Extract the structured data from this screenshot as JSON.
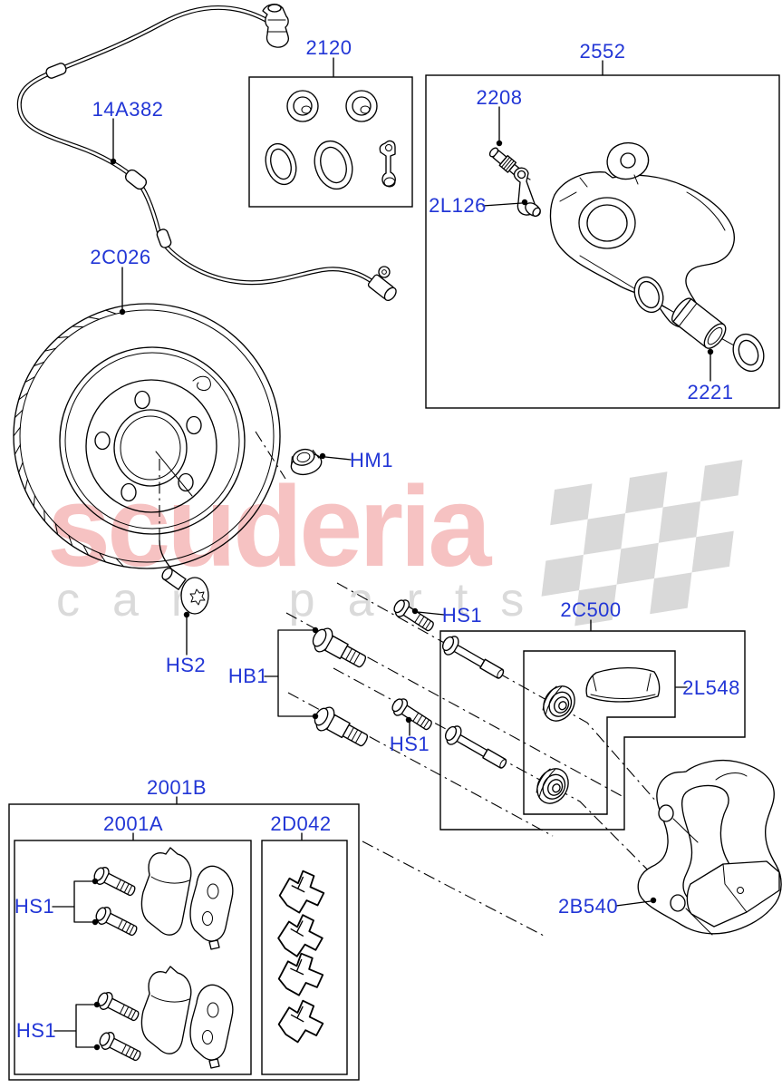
{
  "watermark": {
    "brand": "scuderia",
    "tagline": "car parts"
  },
  "colors": {
    "label": "#2236d6",
    "line": "#000000",
    "watermark_brand": "#f6c2c2",
    "watermark_tagline": "#dadada",
    "flag": "#d9d9d9"
  },
  "labels": {
    "kit_2120": "2120",
    "caliper_2552": "2552",
    "sensor_14A382": "14A382",
    "bleed_2208": "2208",
    "pin_2L126": "2L126",
    "disc_2C026": "2C026",
    "piston_2221": "2221",
    "hm1": "HM1",
    "hs2": "HS2",
    "hs1_top": "HS1",
    "hb1": "HB1",
    "hs1_mid": "HS1",
    "kit_2C500": "2C500",
    "grease_2L548": "2L548",
    "bracket_2B540": "2B540",
    "kit_2001B": "2001B",
    "pads_2001A": "2001A",
    "clips_2D042": "2D042",
    "hs1_pads_top": "HS1",
    "hs1_pads_bottom": "HS1"
  }
}
